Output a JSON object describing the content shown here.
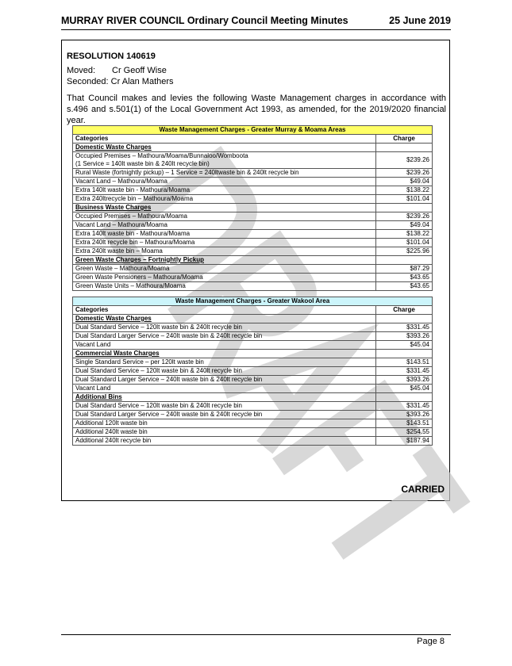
{
  "header": {
    "title": "MURRAY RIVER COUNCIL Ordinary Council Meeting Minutes",
    "date": "25 June 2019"
  },
  "resolution": {
    "title": "RESOLUTION 140619",
    "moved_label": "Moved:",
    "moved": "Cr Geoff Wise",
    "seconded_label": "Seconded:",
    "seconded": "Cr Alan Mathers",
    "text": "That Council makes and levies the following Waste Management charges in accordance with s.496 and s.501(1) of the Local Government Act 1993, as amended, for the 2019/2020 financial year.",
    "outcome": "CARRIED"
  },
  "colors": {
    "table1_title_bg": "#ffff66",
    "table2_title_bg": "#ccf5fb"
  },
  "tables": [
    {
      "title": "Waste Management Charges - Greater Murray & Moama Areas",
      "col_category": "Categories",
      "col_charge": "Charge",
      "rows": [
        {
          "type": "section",
          "label": "Domestic Waste Charges",
          "charge": ""
        },
        {
          "type": "item",
          "label": "Occupied Premises – Mathoura/Moama/Bunnaloo/Womboota",
          "label2": "(1 Service = 140lt waste bin & 240lt recycle bin)",
          "charge": "$239.26"
        },
        {
          "type": "item",
          "label": "Rural Waste (fortnightly pickup) – 1 Service = 240ltwaste bin & 240lt recycle bin",
          "charge": "$239.26"
        },
        {
          "type": "item",
          "label": "Vacant Land – Mathoura/Moama",
          "charge": "$49.04"
        },
        {
          "type": "item",
          "label": "Extra 140lt waste bin - Mathoura/Moama",
          "charge": "$138.22"
        },
        {
          "type": "item",
          "label": "Extra 240ltrecycle bin – Mathoura/Moama",
          "charge": "$101.04"
        },
        {
          "type": "section",
          "label": "Business Waste Charges",
          "charge": ""
        },
        {
          "type": "item",
          "label": "Occupied Premises – Mathoura/Moama",
          "charge": "$239.26"
        },
        {
          "type": "item",
          "label": "Vacant Land – Mathoura/Moama",
          "charge": "$49.04"
        },
        {
          "type": "item",
          "label": "Extra 140lt waste bin - Mathoura/Moama",
          "charge": "$138.22"
        },
        {
          "type": "item",
          "label": "Extra 240lt recycle bin – Mathoura/Moama",
          "charge": "$101.04"
        },
        {
          "type": "item",
          "label": "Extra 240lt waste bin – Moama",
          "charge": "$225.96"
        },
        {
          "type": "section",
          "label": "Green Waste Charges – Fortnightly Pickup",
          "charge": ""
        },
        {
          "type": "item",
          "label": "Green Waste – Mathoura/Moama",
          "charge": "$87.29"
        },
        {
          "type": "item",
          "label": "Green Waste Pensioners – Mathoura/Moama",
          "charge": "$43.65"
        },
        {
          "type": "item",
          "label": "Green Waste Units – Mathoura/Moama",
          "charge": "$43.65"
        }
      ]
    },
    {
      "title": "Waste Management Charges - Greater Wakool Area",
      "col_category": "Categories",
      "col_charge": "Charge",
      "rows": [
        {
          "type": "section",
          "label": "Domestic Waste Charges",
          "charge": ""
        },
        {
          "type": "item",
          "label": "Dual Standard Service – 120lt waste bin & 240lt recycle bin",
          "charge": "$331.45"
        },
        {
          "type": "item",
          "label": "Dual Standard Larger Service – 240lt waste bin & 240lt recycle bin",
          "charge": "$393.26"
        },
        {
          "type": "item",
          "label": "Vacant Land",
          "charge": "$45.04"
        },
        {
          "type": "section",
          "label": "Commercial Waste Charges",
          "charge": ""
        },
        {
          "type": "item",
          "label": "Single Standard Service – per 120lt waste bin",
          "charge": "$143.51"
        },
        {
          "type": "item",
          "label": "Dual Standard Service – 120lt waste bin & 240lt recycle bin",
          "charge": "$331.45"
        },
        {
          "type": "item",
          "label": "Dual Standard Larger Service – 240lt waste bin & 240lt recycle bin",
          "charge": "$393.26"
        },
        {
          "type": "item",
          "label": "Vacant Land",
          "charge": "$45.04"
        },
        {
          "type": "section",
          "label": "Additional Bins",
          "charge": ""
        },
        {
          "type": "item",
          "label": "Dual Standard Service – 120lt waste bin & 240lt recycle bin",
          "charge": "$331.45"
        },
        {
          "type": "item",
          "label": "Dual Standard Larger Service – 240lt waste bin & 240lt recycle bin",
          "charge": "$393.26"
        },
        {
          "type": "item",
          "label": "Additional 120lt waste bin",
          "charge": "$143.51"
        },
        {
          "type": "item",
          "label": "Additional 240lt waste bin",
          "charge": "$254.55"
        },
        {
          "type": "item",
          "label": "Additional 240lt recycle bin",
          "charge": "$187.94"
        }
      ]
    }
  ],
  "watermark": "DRAFT",
  "footer": {
    "page": "Page 8"
  }
}
